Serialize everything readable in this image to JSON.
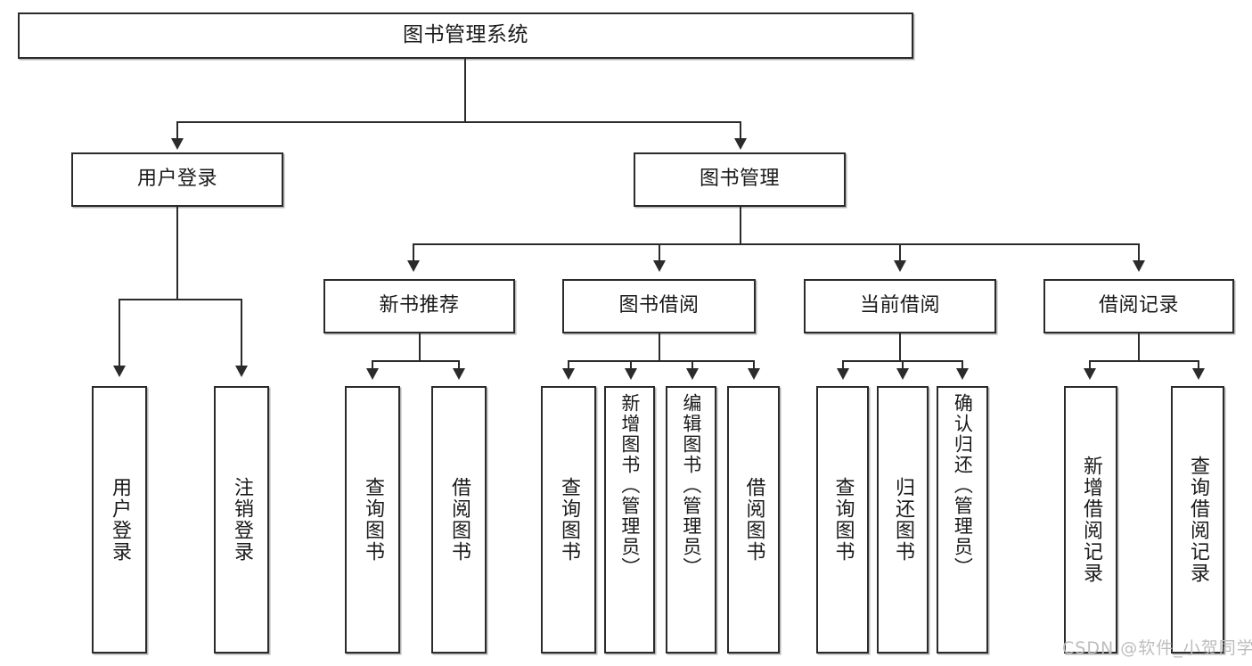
{
  "diagram": {
    "type": "tree-hierarchy-chart",
    "title": "图书管理系统",
    "levels": 4,
    "colors": {
      "box_border": "#2b2b2b",
      "box_fill": "#ffffff",
      "connector": "#2b2b2b",
      "text": "#1a1a1a",
      "watermark": "#bdbdbd",
      "background": "#ffffff"
    },
    "root": {
      "label": "图书管理系统"
    },
    "level2": [
      {
        "label": "用户登录"
      },
      {
        "label": "图书管理"
      }
    ],
    "level3": [
      {
        "label": "新书推荐"
      },
      {
        "label": "图书借阅"
      },
      {
        "label": "当前借阅"
      },
      {
        "label": "借阅记录"
      }
    ],
    "leaves": {
      "user_login": [
        {
          "label": "用户登录"
        },
        {
          "label": "注销登录"
        }
      ],
      "new_book_recommend": [
        {
          "label": "查询图书"
        },
        {
          "label": "借阅图书"
        }
      ],
      "book_borrow": [
        {
          "label": "查询图书"
        },
        {
          "label": "新增图书（管理员）"
        },
        {
          "label": "编辑图书（管理员）"
        },
        {
          "label": "借阅图书"
        }
      ],
      "current_borrow": [
        {
          "label": "查询图书"
        },
        {
          "label": "归还图书"
        },
        {
          "label": "确认归还（管理员）"
        }
      ],
      "borrow_record": [
        {
          "label": "新增借阅记录"
        },
        {
          "label": "查询借阅记录"
        }
      ]
    },
    "watermark": "CSDN @软件_小贺同学"
  }
}
